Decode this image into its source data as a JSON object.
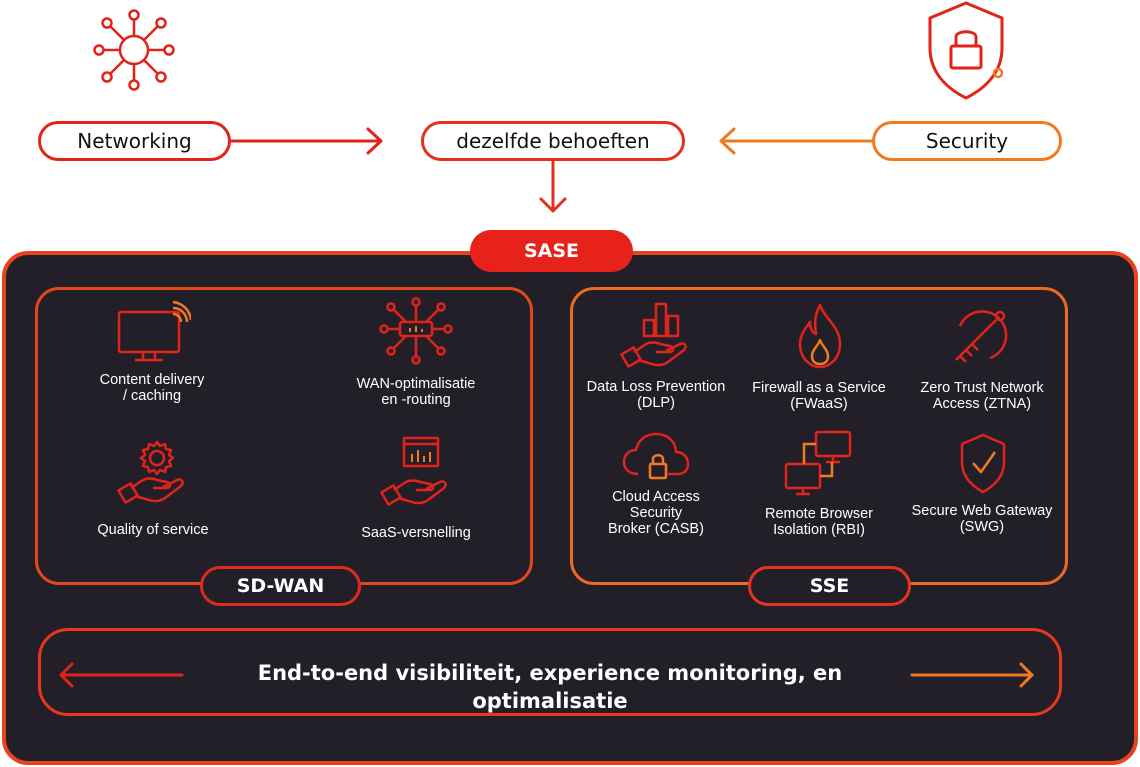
{
  "top": {
    "networking_label": "Networking",
    "center_label": "dezelfde behoeften",
    "security_label": "Security"
  },
  "sase": {
    "label": "SASE",
    "sdwan": {
      "label": "SD-WAN",
      "items": [
        {
          "label": "Content delivery\n/ caching",
          "icon": "monitor-wifi-icon"
        },
        {
          "label": "WAN-optimalisatie\nen -routing",
          "icon": "network-chip-icon"
        },
        {
          "label": "Quality of service",
          "icon": "hand-gear-icon"
        },
        {
          "label": "SaaS-versnelling",
          "icon": "hand-dashboard-icon"
        }
      ]
    },
    "sse": {
      "label": "SSE",
      "items": [
        {
          "label": "Data Loss Prevention\n(DLP)",
          "icon": "hand-chart-icon"
        },
        {
          "label": "Firewall as a Service\n(FWaaS)",
          "icon": "flame-icon"
        },
        {
          "label": "Zero Trust Network\nAccess (ZTNA)",
          "icon": "key-icon"
        },
        {
          "label": "Cloud Access\nSecurity\nBroker (CASB)",
          "icon": "cloud-lock-icon"
        },
        {
          "label": "Remote Browser\nIsolation (RBI)",
          "icon": "linked-screens-icon"
        },
        {
          "label": "Secure Web Gateway\n(SWG)",
          "icon": "shield-check-icon"
        }
      ]
    },
    "bottom_label": "End-to-end visibiliteit, experience monitoring, en optimalisatie"
  },
  "colors": {
    "red": "#e2231a",
    "orange": "#ef7a22",
    "dark_bg": "#221f29"
  }
}
